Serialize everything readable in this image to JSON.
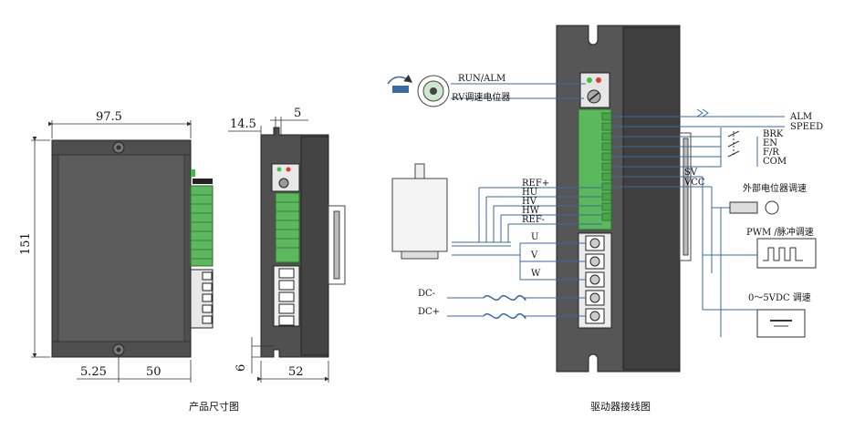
{
  "dimension_drawing": {
    "caption": "产品尺寸图",
    "dim_width_top": "97.5",
    "dim_height": "151",
    "dim_bottom_left": "5.25",
    "dim_bottom_right": "50",
    "side_dim_left": "14.5",
    "side_dim_right": "5",
    "side_dim_bottom_small": "6",
    "side_dim_bottom": "52"
  },
  "wiring_diagram": {
    "caption": "驱动器接线图",
    "run_alm": "RUN/ALM",
    "rv_pot": "RV调速电位器",
    "hall_labels": [
      "REF+",
      "HU",
      "HV",
      "HW",
      "REF-"
    ],
    "motor_labels": [
      "U",
      "V",
      "W"
    ],
    "dc_labels": [
      "DC-",
      "DC+"
    ],
    "right_labels": {
      "alm": "ALM",
      "speed": "SPEED",
      "brk": "BRK",
      "en": "EN",
      "fr": "F/R",
      "com": "COM",
      "sv": "SV",
      "vcc": "VCC"
    },
    "ext_pot": "外部电位器调速",
    "pwm": "PWM /脉冲调速",
    "voltage": "0～5VDC 调速"
  },
  "colors": {
    "wire": "#3a6aa0",
    "body": "#565656",
    "body_dark": "#3c3c3c",
    "terminal_green": "#5cb85c"
  }
}
